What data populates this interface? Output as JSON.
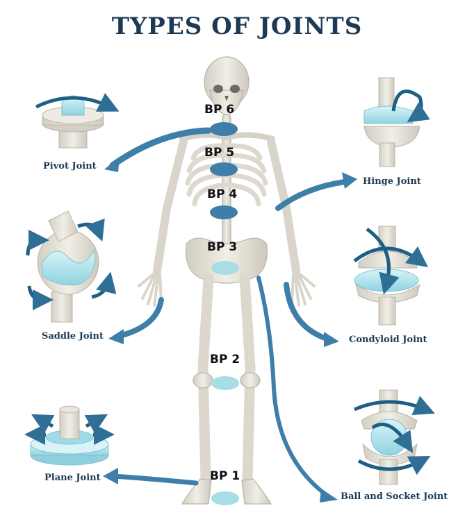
{
  "title": "TYPES OF JOINTS",
  "joints": {
    "pivot": "Pivot Joint",
    "hinge": "Hinge Joint",
    "saddle": "Saddle Joint",
    "condyloid": "Condyloid Joint",
    "plane": "Plane Joint",
    "ball_socket": "Ball and Socket Joint"
  },
  "markers": {
    "bp6": "BP 6",
    "bp5": "BP 5",
    "bp4": "BP 4",
    "bp3": "BP 3",
    "bp2": "BP 2",
    "bp1": "BP 1"
  },
  "colors": {
    "title": "#1d3a55",
    "arrow": "#3d7fa8",
    "marker_dark": "#3f7ea8",
    "marker_light": "#a8dde6",
    "bone": "#e8e5dc",
    "bone_shade": "#c9c5ba",
    "cyan": "#a9e3ec"
  }
}
